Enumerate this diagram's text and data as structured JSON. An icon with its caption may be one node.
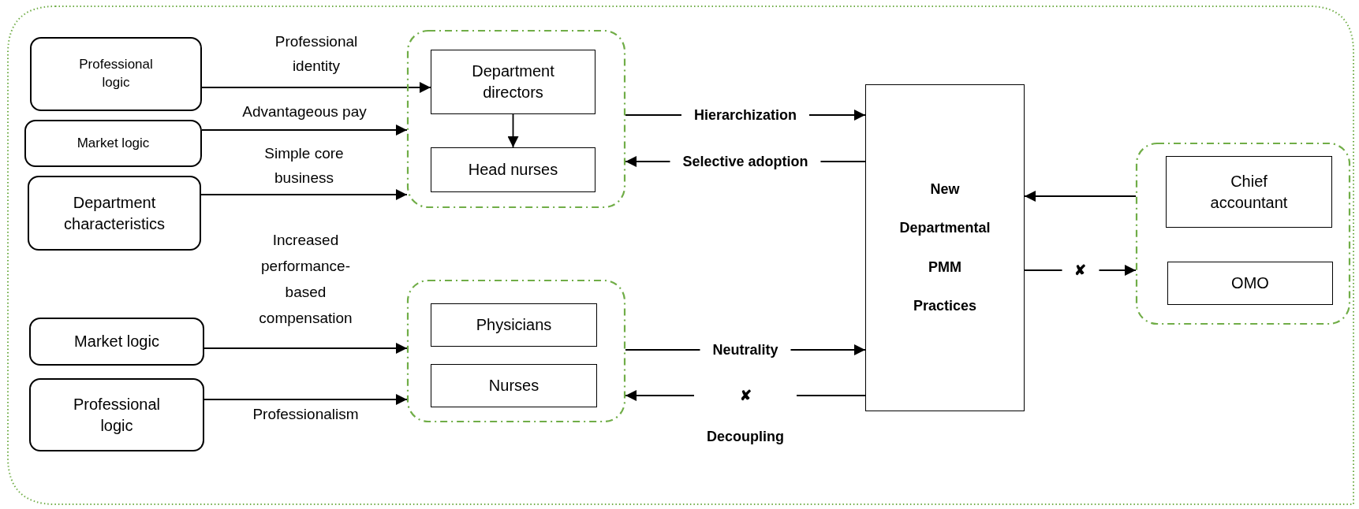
{
  "diagram": {
    "nodes": [
      {
        "text": [
          "Professional logic"
        ]
      },
      {
        "text": [
          "Market logic"
        ]
      },
      {
        "text": [
          "Department characteristics"
        ]
      },
      {
        "text": [],
        "shape": "box"
      },
      {
        "text": [
          "Department directors"
        ],
        "in": 3
      },
      {
        "text": [
          "Head nurses"
        ],
        "in": 3
      },
      {
        "text": [
          "Market logic"
        ]
      },
      {
        "text": [
          "Professional logic"
        ]
      },
      {
        "text": [],
        "shape": "box"
      },
      {
        "text": [
          "Physicians"
        ],
        "in": 8
      },
      {
        "text": [
          "Nurses"
        ],
        "in": 8
      },
      {
        "text": [
          "New Departmental PMM Practices"
        ]
      },
      {
        "text": [],
        "shape": "box"
      },
      {
        "text": [
          "Chief accountant"
        ],
        "in": 12
      },
      {
        "text": [
          "OMO"
        ],
        "in": 12
      }
    ],
    "edges": [
      {
        "from": 0,
        "to": 4,
        "arrow": "to",
        "label": "Professional identity"
      },
      {
        "from": 1,
        "to": 3,
        "arrow": "to",
        "label": "Advantageous pay"
      },
      {
        "from": 2,
        "to": 3,
        "arrow": "to",
        "label": "Simple core business"
      },
      {
        "from": 4,
        "to": 5,
        "arrow": "to"
      },
      {
        "from": 3,
        "to": 11,
        "arrow": "to",
        "label": "Hierarchization"
      },
      {
        "from": 11,
        "to": 3,
        "arrow": "to",
        "label": "Selective adoption"
      },
      {
        "from": 12,
        "to": 11,
        "arrow": "to"
      },
      {
        "from": 11,
        "to": 12,
        "arrow": "to",
        "label": "✘"
      },
      {
        "from": 6,
        "to": 8,
        "arrow": "to",
        "label": "Increased performance-based compensation"
      },
      {
        "from": 7,
        "to": 8,
        "arrow": "to",
        "label": "Professionalism"
      },
      {
        "from": 8,
        "to": 11,
        "arrow": "to",
        "label": "Neutrality"
      },
      {
        "from": 11,
        "to": 8,
        "arrow": "to",
        "label": "✘ Decoupling"
      }
    ]
  }
}
